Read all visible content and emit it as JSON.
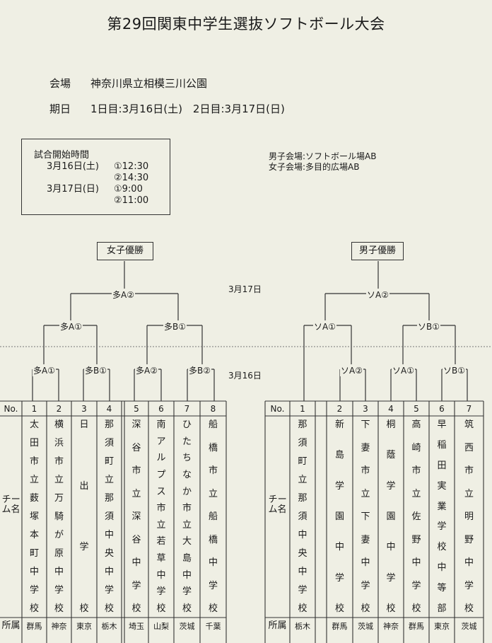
{
  "title": "第29回関東中学生選抜ソフトボール大会",
  "venue": {
    "label": "会場",
    "value": "神奈川県立相模三川公園"
  },
  "dates": {
    "label": "期日",
    "value": "1日目:3月16日(土)　2日目:3月17日(日)"
  },
  "start_times": {
    "heading": "試合開始時間",
    "day1": {
      "date": "3月16日(土)",
      "slots": [
        "①12:30",
        "②14:30"
      ]
    },
    "day2": {
      "date": "3月17日(日)",
      "slots": [
        "①9:00",
        "②11:00"
      ]
    }
  },
  "halls": {
    "boys": "男子会場:ソフトボール場AB",
    "girls": "女子会場:多目的広場AB"
  },
  "day_labels": {
    "final_day": "3月17日",
    "first_day": "3月16日"
  },
  "girls": {
    "winner_label": "女子優勝",
    "final": "多A②",
    "semis": [
      "多A①",
      "多B①"
    ],
    "first_round": [
      "多A①",
      "多B①",
      "多A②",
      "多B②"
    ],
    "no_label": "No.",
    "team_label": "チーム名",
    "pref_label": "所属",
    "teams": [
      {
        "no": "1",
        "name": "太田市立薮塚本町中学校",
        "pref": "群馬"
      },
      {
        "no": "2",
        "name": "横浜市立万騎が原中学校",
        "pref": "神奈"
      },
      {
        "no": "3",
        "name": "日出学校",
        "pref": "東京"
      },
      {
        "no": "4",
        "name": "那須町立那須中央中学校",
        "pref": "栃木"
      },
      {
        "no": "5",
        "name": "深谷市立深谷中学校",
        "pref": "埼玉"
      },
      {
        "no": "6",
        "name": "南アルプス市立若草中学校",
        "pref": "山梨"
      },
      {
        "no": "7",
        "name": "ひたちなか市立大島中学校",
        "pref": "茨城"
      },
      {
        "no": "8",
        "name": "船橋市立船橋中学校",
        "pref": "千葉"
      }
    ]
  },
  "boys": {
    "winner_label": "男子優勝",
    "final": "ソA②",
    "semis": [
      "ソA①",
      "ソB①"
    ],
    "first_round": [
      "ソA②",
      "ソA①",
      "ソB①"
    ],
    "no_label": "No.",
    "team_label": "チーム名",
    "pref_label": "所属",
    "teams": [
      {
        "no": "1",
        "name": "那須町立那須中央中学校",
        "pref": "栃木"
      },
      {
        "no": "2",
        "name": "新島学園中学校",
        "pref": "群馬"
      },
      {
        "no": "3",
        "name": "下妻市立下妻中学校",
        "pref": "茨城"
      },
      {
        "no": "4",
        "name": "桐蔭学園中学校",
        "pref": "神奈"
      },
      {
        "no": "5",
        "name": "高崎市立佐野中学校",
        "pref": "群馬"
      },
      {
        "no": "6",
        "name": "早稲田実業学校中等部",
        "pref": "東京"
      },
      {
        "no": "7",
        "name": "筑西市立明野中学校",
        "pref": "茨城"
      }
    ]
  }
}
